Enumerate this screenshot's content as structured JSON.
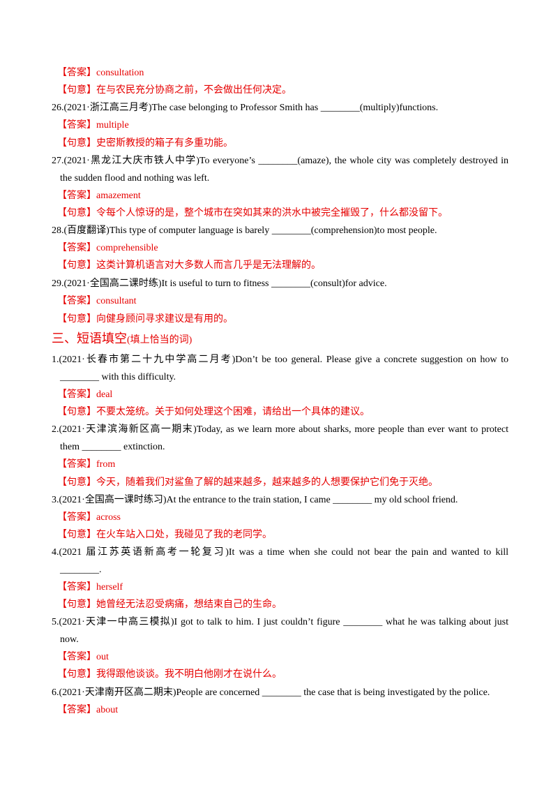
{
  "items": [
    {
      "kind": "answer",
      "label": "【答案】",
      "text": "consultation"
    },
    {
      "kind": "meaning",
      "label": "【句意】",
      "text": "在与农民充分协商之前，不会做出任何决定。"
    },
    {
      "kind": "question",
      "lines": [
        "26.(2021·浙江高三月考)The case belonging to Professor Smith has ________(multiply)functions."
      ]
    },
    {
      "kind": "answer",
      "label": "【答案】",
      "text": "multiple"
    },
    {
      "kind": "meaning",
      "label": "【句意】",
      "text": "史密斯教授的箱子有多重功能。"
    },
    {
      "kind": "question",
      "lines": [
        "27.(2021·黑龙江大庆市铁人中学)To everyone’s ________(amaze), the whole city was completely destroyed in",
        "the sudden flood and nothing was left."
      ]
    },
    {
      "kind": "answer",
      "label": "【答案】",
      "text": "amazement"
    },
    {
      "kind": "meaning",
      "label": "【句意】",
      "text": "令每个人惊讶的是，整个城市在突如其来的洪水中被完全摧毁了，什么都没留下。"
    },
    {
      "kind": "question",
      "lines": [
        "28.(百度翻译)This type of computer  language  is barely ________(comprehension)to most people."
      ]
    },
    {
      "kind": "answer",
      "label": "【答案】",
      "text": "comprehensible"
    },
    {
      "kind": "meaning",
      "label": "【句意】",
      "text": "这类计算机语言对大多数人而言几乎是无法理解的。"
    },
    {
      "kind": "question",
      "lines": [
        "29.(2021·全国高二课时练)It is useful to turn to fitness ________(consult)for advice."
      ]
    },
    {
      "kind": "answer",
      "label": "【答案】",
      "text": "consultant"
    },
    {
      "kind": "meaning",
      "label": "【句意】",
      "text": "向健身顾问寻求建议是有用的。"
    }
  ],
  "section": {
    "title": "三、短语填空",
    "subtitle": "(填上恰当的词)"
  },
  "items2": [
    {
      "kind": "question",
      "lines": [
        "1.(2021·长春市第二十九中学高二月考)Don’t be too general. Please give a  concrete suggestion on how to",
        "________ with this difficulty."
      ]
    },
    {
      "kind": "answer",
      "label": "【答案】",
      "text": "deal"
    },
    {
      "kind": "meaning",
      "label": "【句意】",
      "text": "不要太笼统。关于如何处理这个困难，请给出一个具体的建议。"
    },
    {
      "kind": "question",
      "lines": [
        "2.(2021·天津滨海新区高一期末)Today, as we learn more about sharks, more people than ever want to protect",
        "them ________ extinction."
      ]
    },
    {
      "kind": "answer",
      "label": "【答案】",
      "text": "from"
    },
    {
      "kind": "meaning",
      "label": "【句意】",
      "text": "今天，随着我们对鲨鱼了解的越来越多，越来越多的人想要保护它们免于灭绝。"
    },
    {
      "kind": "question",
      "lines": [
        "3.(2021·全国高一课时练习)At the entrance  to the train station, I came  ________ my old school friend."
      ]
    },
    {
      "kind": "answer",
      "label": "【答案】",
      "text": "across"
    },
    {
      "kind": "meaning",
      "label": "【句意】",
      "text": "在火车站入口处，我碰见了我的老同学。"
    },
    {
      "kind": "question",
      "lines": [
        "4.(2021 届江苏英语新高考一轮复习)It was a time when she could not bear the pain and wanted to  kill",
        "________."
      ]
    },
    {
      "kind": "answer",
      "label": "【答案】",
      "text": "herself"
    },
    {
      "kind": "meaning",
      "label": "【句意】",
      "text": "她曾经无法忍受病痛，想结束自己的生命。"
    },
    {
      "kind": "question",
      "lines": [
        "5.(2021·天津一中高三模拟)I got to talk to him. I just couldn’t  figure  ________ what he was talking about just",
        "now."
      ]
    },
    {
      "kind": "answer",
      "label": "【答案】",
      "text": "out"
    },
    {
      "kind": "meaning",
      "label": "【句意】",
      "text": "我得跟他谈谈。我不明白他刚才在说什么。"
    },
    {
      "kind": "question",
      "lines": [
        "6.(2021·天津南开区高二期末)People are concerned ________ the case that  is being investigated by the police."
      ]
    },
    {
      "kind": "answer",
      "label": "【答案】",
      "text": "about"
    }
  ]
}
